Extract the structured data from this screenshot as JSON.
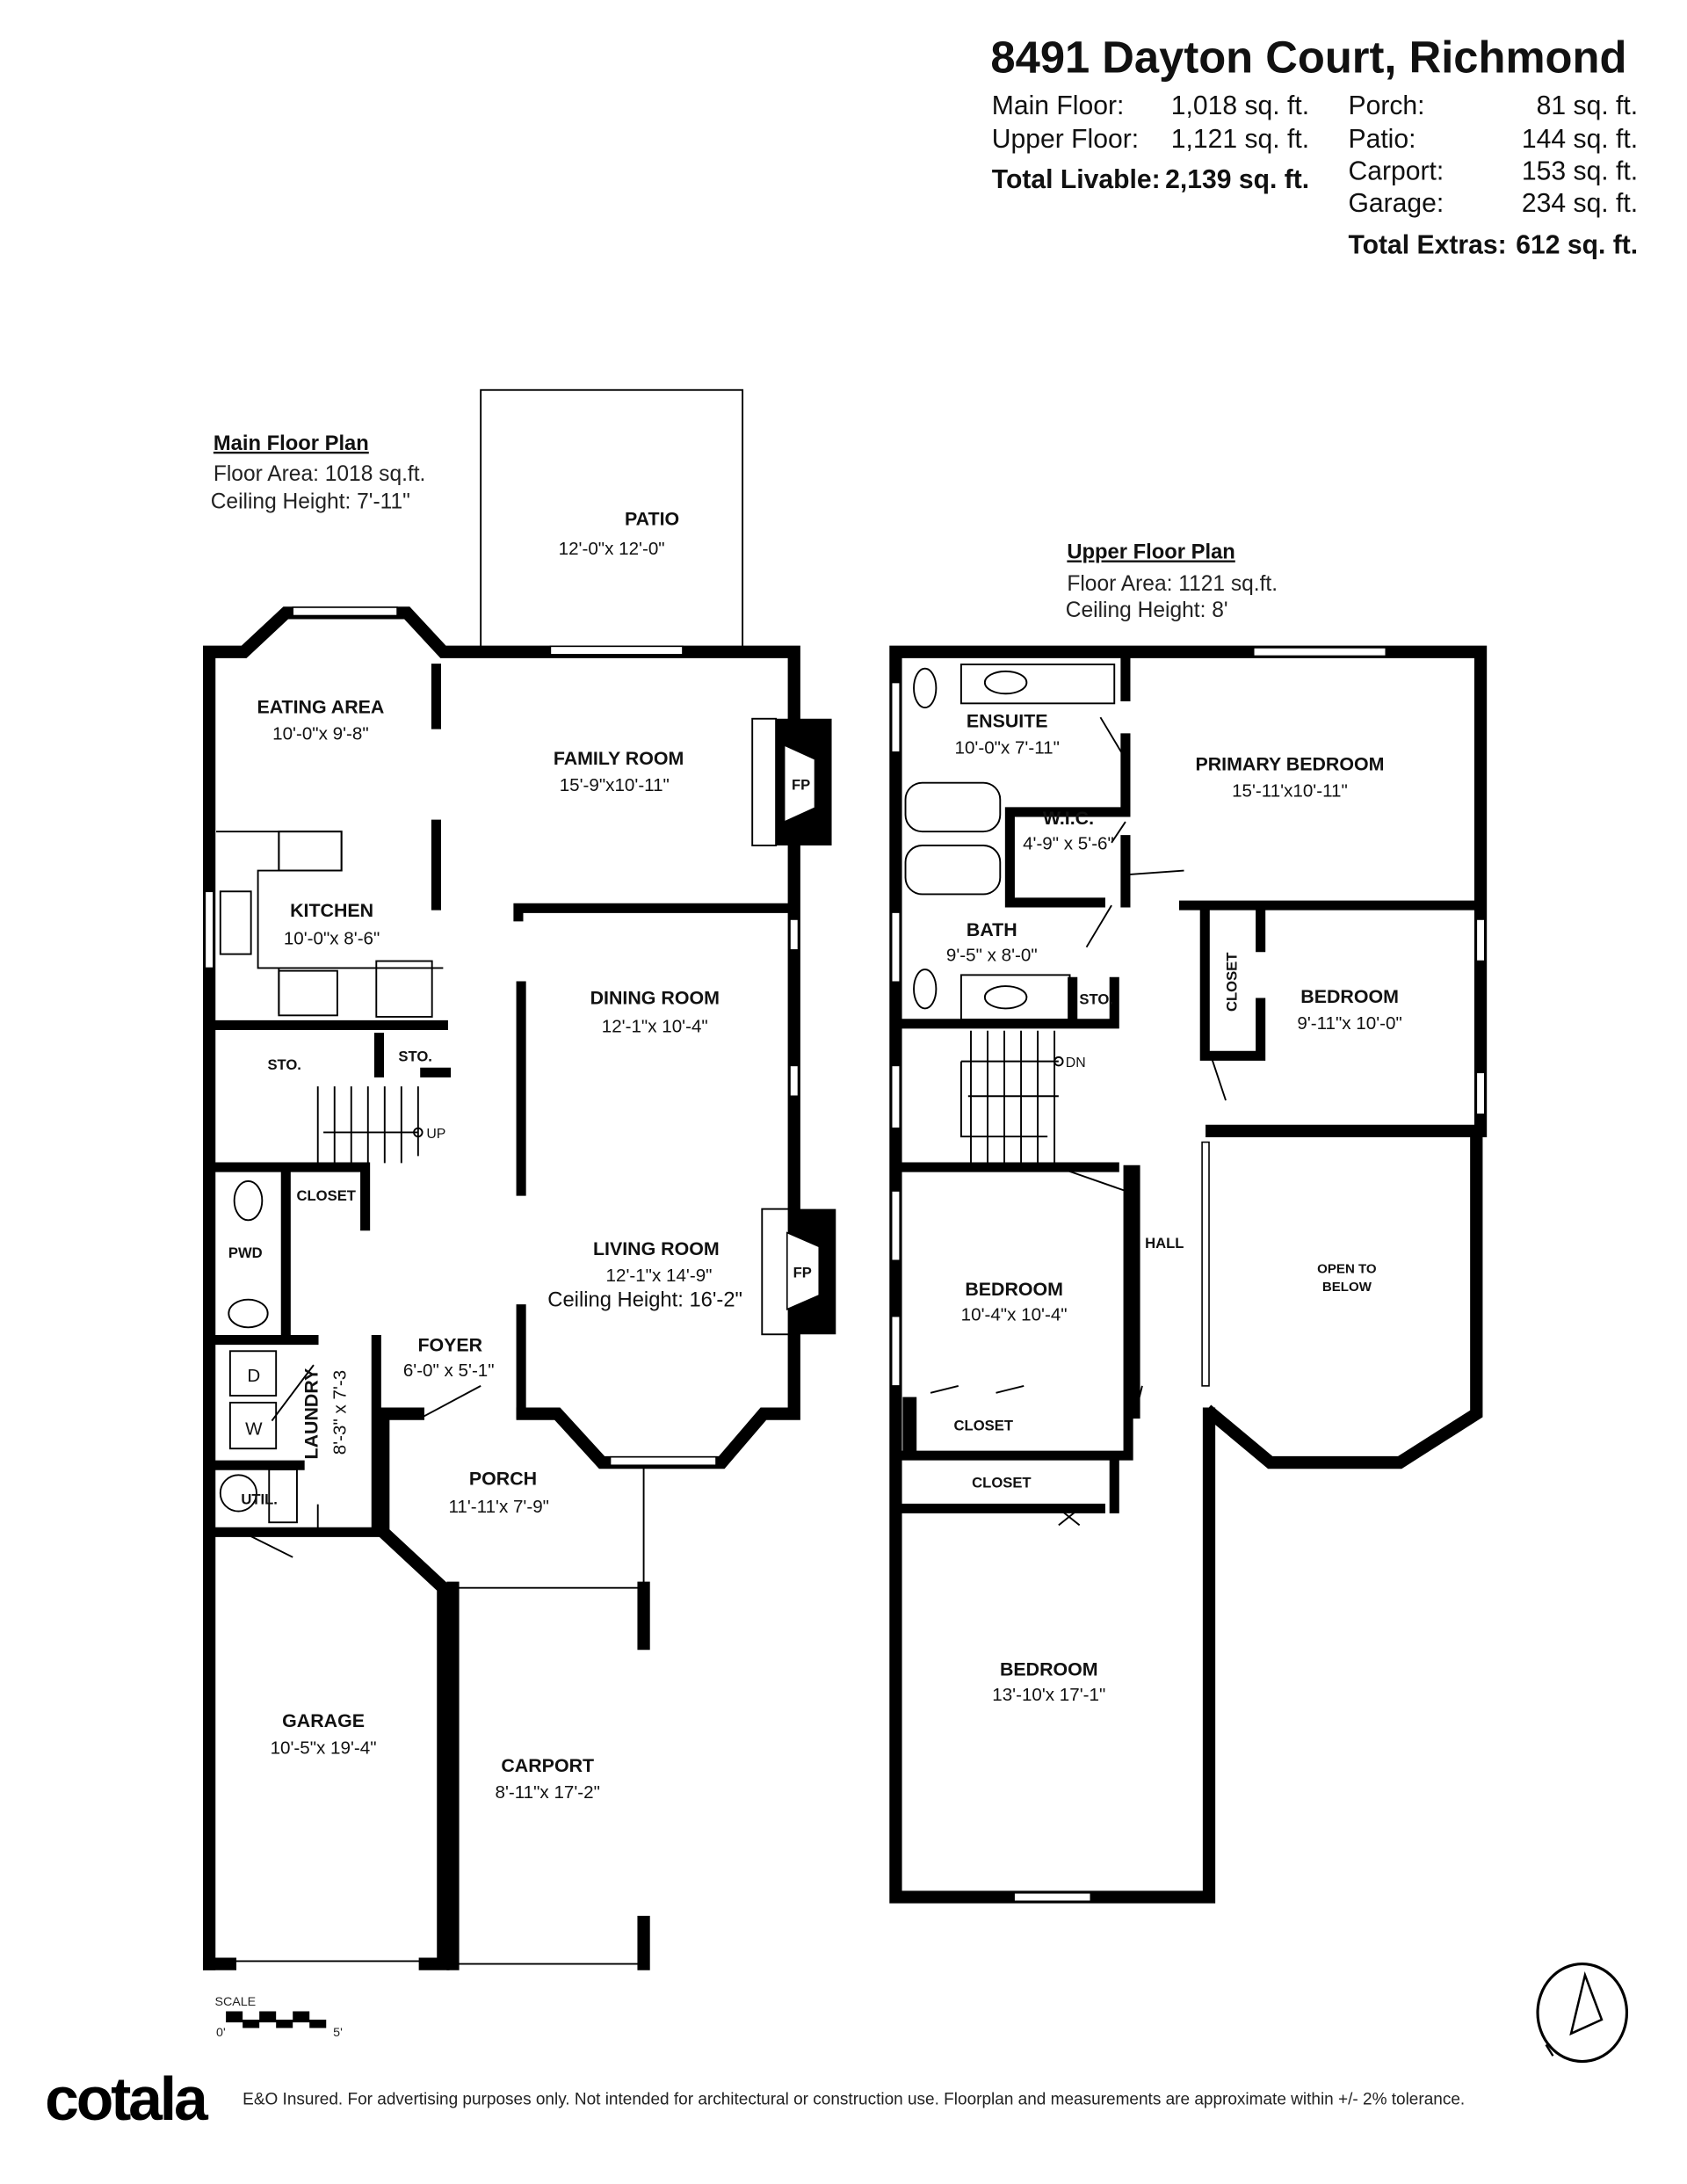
{
  "header": {
    "title": "8491 Dayton Court, Richmond",
    "livable": [
      {
        "label": "Main Floor:",
        "value": "1,018 sq. ft."
      },
      {
        "label": "Upper Floor:",
        "value": "1,121 sq. ft."
      }
    ],
    "total_livable": {
      "label": "Total Livable:",
      "value": "2,139 sq. ft."
    },
    "extras": [
      {
        "label": "Porch:",
        "value": "81 sq. ft."
      },
      {
        "label": "Patio:",
        "value": "144 sq. ft."
      },
      {
        "label": "Carport:",
        "value": "153 sq. ft."
      },
      {
        "label": "Garage:",
        "value": "234 sq. ft."
      }
    ],
    "total_extras": {
      "label": "Total Extras:",
      "value": "612 sq. ft."
    }
  },
  "main_floor": {
    "heading": "Main Floor Plan",
    "area": "Floor Area: 1018 sq.ft.",
    "ceiling": "Ceiling Height: 7'-11\"",
    "rooms": {
      "patio": {
        "name": "PATIO",
        "dims": "12'-0\"x 12'-0\""
      },
      "eating": {
        "name": "EATING AREA",
        "dims": "10'-0\"x  9'-8\""
      },
      "family": {
        "name": "FAMILY ROOM",
        "dims": "15'-9\"x10'-11\""
      },
      "kitchen": {
        "name": "KITCHEN",
        "dims": "10'-0\"x  8'-6\""
      },
      "dining": {
        "name": "DINING ROOM",
        "dims": "12'-1\"x 10'-4\""
      },
      "sto1": {
        "name": "STO."
      },
      "sto2": {
        "name": "STO."
      },
      "closet": {
        "name": "CLOSET"
      },
      "pwd": {
        "name": "PWD"
      },
      "living": {
        "name": "LIVING ROOM",
        "dims": "12'-1\"x 14'-9\"",
        "ceiling": "Ceiling Height: 16'-2\""
      },
      "foyer": {
        "name": "FOYER",
        "dims": "6'-0\"  x  5'-1\""
      },
      "laundry": {
        "name": "LAUNDRY",
        "dims": "8'-3\" x 7'-3"
      },
      "util": {
        "name": "UTIL."
      },
      "porch": {
        "name": "PORCH",
        "dims": "11'-11'x  7'-9\""
      },
      "garage": {
        "name": "GARAGE",
        "dims": "10'-5\"x 19'-4\""
      },
      "carport": {
        "name": "CARPORT",
        "dims": "8'-11\"x 17'-2\""
      }
    },
    "fp": "FP",
    "up": "UP",
    "dryer": "D",
    "washer": "W"
  },
  "upper_floor": {
    "heading": "Upper Floor Plan",
    "area": "Floor Area: 1121 sq.ft.",
    "ceiling": "Ceiling Height: 8'",
    "rooms": {
      "ensuite": {
        "name": "ENSUITE",
        "dims": "10'-0\"x 7'-11\""
      },
      "primary": {
        "name": "PRIMARY BEDROOM",
        "dims": "15'-11'x10'-11\""
      },
      "wic": {
        "name": "W.I.C.",
        "dims": "4'-9\"  x  5'-6\""
      },
      "bath": {
        "name": "BATH",
        "dims": "9'-5\"  x  8'-0\""
      },
      "sto": {
        "name": "STO."
      },
      "closet1": {
        "name": "CLOSET"
      },
      "bedroom2": {
        "name": "BEDROOM",
        "dims": "9'-11\"x 10'-0\""
      },
      "hall": {
        "name": "HALL"
      },
      "open1": {
        "name": "OPEN TO"
      },
      "open2": {
        "name": "BELOW"
      },
      "bedroom3": {
        "name": "BEDROOM",
        "dims": "10'-4\"x 10'-4\""
      },
      "closet2": {
        "name": "CLOSET"
      },
      "closet3": {
        "name": "CLOSET"
      },
      "bedroom4": {
        "name": "BEDROOM",
        "dims": "13'-10'x 17'-1\""
      }
    },
    "dn": "DN"
  },
  "scale": {
    "label": "SCALE",
    "start": "0'",
    "end": "5'"
  },
  "compass_icon": "north-arrow",
  "footer": {
    "logo": "cotala",
    "disclaimer": "E&O Insured. For advertising purposes only. Not intended for architectural or construction use. Floorplan and measurements are approximate within +/- 2% tolerance."
  }
}
